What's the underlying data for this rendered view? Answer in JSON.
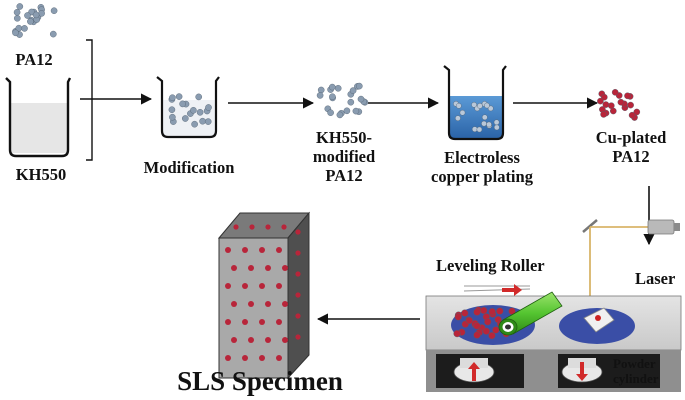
{
  "labels": {
    "pa12": "PA12",
    "kh550": "KH550",
    "modification": "Modification",
    "kh550_modified": [
      "KH550-",
      "modified",
      "PA12"
    ],
    "electroless": [
      "Electroless",
      "copper plating"
    ],
    "cu_plated": [
      "Cu-plated",
      "PA12"
    ],
    "leveling_roller": "Leveling Roller",
    "laser": "Laser",
    "powder_cylinder": [
      "Powder",
      "cylinder"
    ],
    "sls_specimen": "SLS Specimen"
  },
  "colors": {
    "particle_gray": "#8a9cb0",
    "particle_copper": "#b8253a",
    "plating_solution": "#3d7fc4",
    "roller_green": "#55c531",
    "laser_beam": "#d9b56a",
    "arrow": "#111111",
    "red_arrow": "#d12a2a"
  },
  "icons": {
    "beaker": "beaker-icon",
    "particles": "particle-cluster-icon",
    "roller": "leveling-roller-icon",
    "laser": "laser-head-icon",
    "specimen": "cube-specimen-icon"
  }
}
